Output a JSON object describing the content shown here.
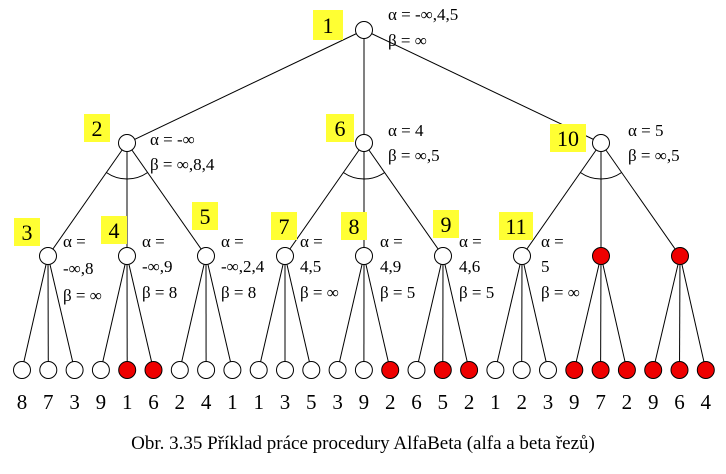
{
  "colors": {
    "badge": "#ffff33",
    "cut": "#ee0000",
    "node": "#ffffff",
    "line": "#000000"
  },
  "caption": "Obr. 3.35   Příklad práce procedury AlfaBeta (alfa a beta řezů)",
  "nodes": {
    "n1": {
      "badge": "1",
      "alpha": "α = -∞,4,5",
      "beta": "β = ∞"
    },
    "n2": {
      "badge": "2",
      "alpha": "α = -∞",
      "beta": "β = ∞,8,4"
    },
    "n6": {
      "badge": "6",
      "alpha": "α = 4",
      "beta": "β = ∞,5"
    },
    "n10": {
      "badge": "10",
      "alpha": "α = 5",
      "beta": "β = ∞,5"
    },
    "n3": {
      "badge": "3",
      "alpha1": "α =",
      "alpha2": "-∞,8",
      "beta": "β = ∞"
    },
    "n4": {
      "badge": "4",
      "alpha1": "α =",
      "alpha2": "-∞,9",
      "beta": "β = 8"
    },
    "n5": {
      "badge": "5",
      "alpha1": "α =",
      "alpha2": "-∞,2,4",
      "beta": "β = 8"
    },
    "n7": {
      "badge": "7",
      "alpha1": "α =",
      "alpha2": "4,5",
      "beta": "β = ∞"
    },
    "n8": {
      "badge": "8",
      "alpha1": "α =",
      "alpha2": "4,9",
      "beta": "β = 5"
    },
    "n9": {
      "badge": "9",
      "alpha1": "α =",
      "alpha2": "4,6",
      "beta": "β = 5"
    },
    "n11": {
      "badge": "11",
      "alpha1": "α =",
      "alpha2": "5",
      "beta": "β = ∞"
    },
    "n12": {
      "cut": true
    },
    "n13": {
      "cut": true
    }
  },
  "leaves": [
    {
      "value": "8",
      "cut": false
    },
    {
      "value": "7",
      "cut": false
    },
    {
      "value": "3",
      "cut": false
    },
    {
      "value": "9",
      "cut": false
    },
    {
      "value": "1",
      "cut": true
    },
    {
      "value": "6",
      "cut": true
    },
    {
      "value": "2",
      "cut": false
    },
    {
      "value": "4",
      "cut": false
    },
    {
      "value": "1",
      "cut": false
    },
    {
      "value": "1",
      "cut": false
    },
    {
      "value": "3",
      "cut": false
    },
    {
      "value": "5",
      "cut": false
    },
    {
      "value": "3",
      "cut": false
    },
    {
      "value": "9",
      "cut": false
    },
    {
      "value": "2",
      "cut": true
    },
    {
      "value": "6",
      "cut": false
    },
    {
      "value": "5",
      "cut": true
    },
    {
      "value": "2",
      "cut": true
    },
    {
      "value": "1",
      "cut": false
    },
    {
      "value": "2",
      "cut": false
    },
    {
      "value": "3",
      "cut": false
    },
    {
      "value": "9",
      "cut": true
    },
    {
      "value": "7",
      "cut": true
    },
    {
      "value": "2",
      "cut": true
    },
    {
      "value": "9",
      "cut": true
    },
    {
      "value": "6",
      "cut": true
    },
    {
      "value": "4",
      "cut": true
    }
  ]
}
